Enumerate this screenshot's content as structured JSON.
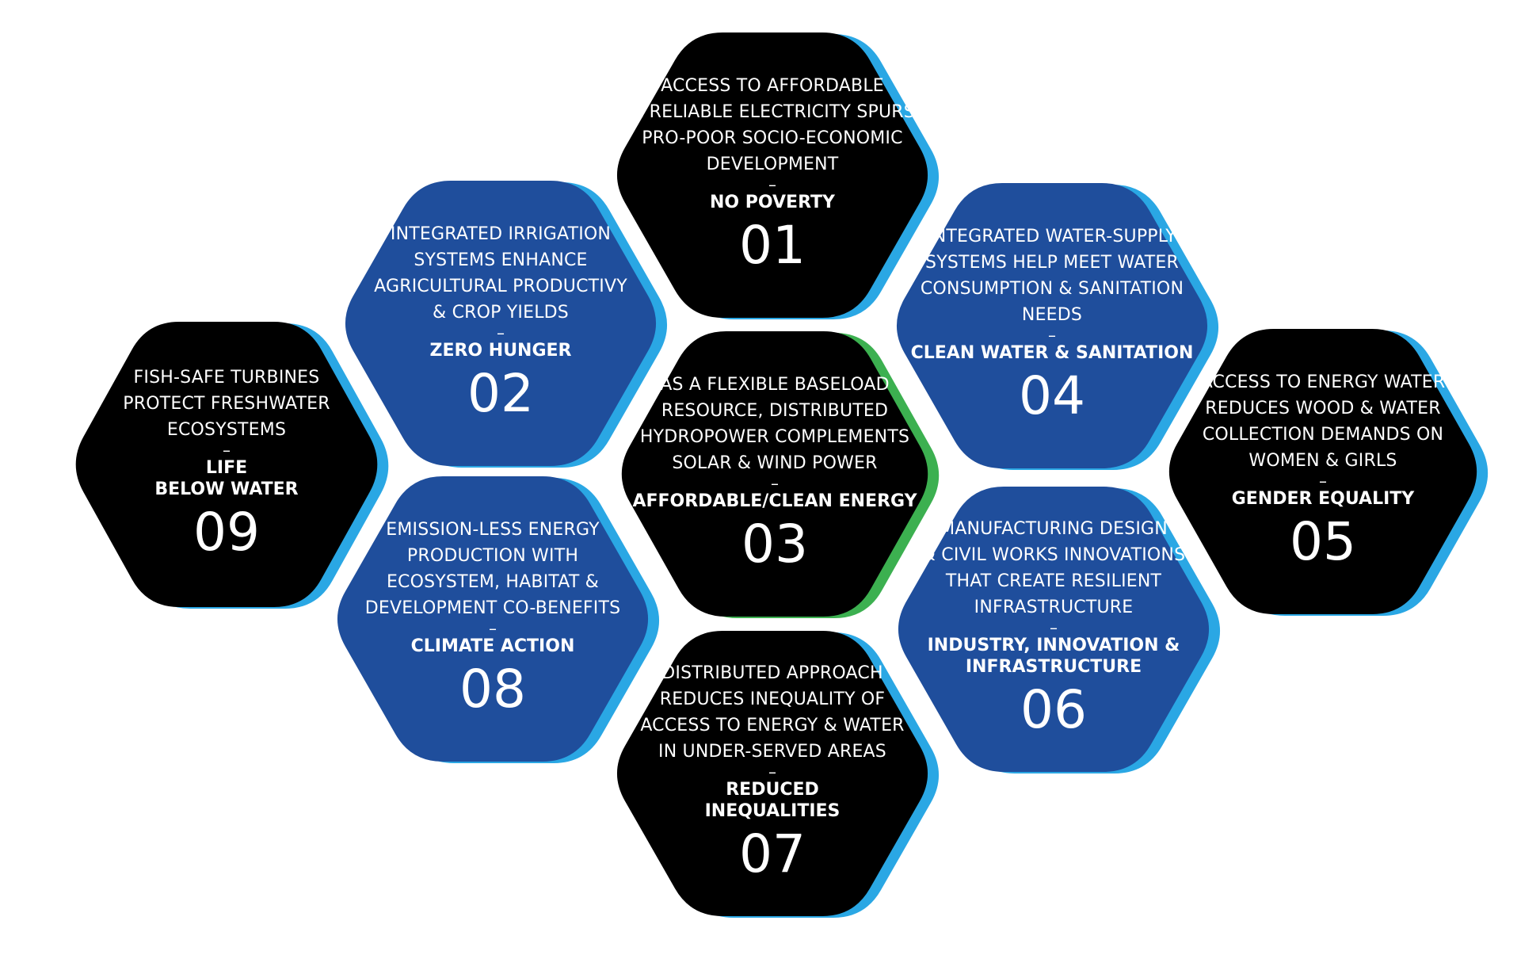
{
  "colors": {
    "black_hex": "#000000",
    "blue_hex": "#1f4e9c",
    "shadow_light_blue": "#2aa7e4",
    "shadow_green": "#3cb050",
    "text": "#ffffff"
  },
  "hexagons": [
    {
      "id": "01",
      "fill": "black",
      "shadow": "blue",
      "lines": [
        "ACCESS TO AFFORDABLE",
        "& RELIABLE ELECTRICITY SPURS",
        "PRO-POOR SOCIO-ECONOMIC",
        "DEVELOPMENT"
      ],
      "dash": "–",
      "goal": [
        "NO POVERTY"
      ],
      "number": "01"
    },
    {
      "id": "02",
      "fill": "blue",
      "shadow": "blue",
      "lines": [
        "INTEGRATED IRRIGATION",
        "SYSTEMS ENHANCE",
        "AGRICULTURAL PRODUCTIVY",
        "& CROP YIELDS"
      ],
      "dash": "–",
      "goal": [
        "ZERO HUNGER"
      ],
      "number": "02"
    },
    {
      "id": "03",
      "fill": "black",
      "shadow": "green",
      "lines": [
        "AS A FLEXIBLE BASELOAD",
        "RESOURCE, DISTRIBUTED",
        "HYDROPOWER COMPLEMENTS",
        "SOLAR & WIND POWER"
      ],
      "dash": "–",
      "goal": [
        "AFFORDABLE/CLEAN ENERGY"
      ],
      "number": "03"
    },
    {
      "id": "04",
      "fill": "blue",
      "shadow": "blue",
      "lines": [
        "INTEGRATED WATER-SUPPLY",
        "SYSTEMS HELP MEET WATER",
        "CONSUMPTION & SANITATION",
        "NEEDS"
      ],
      "dash": "–",
      "goal": [
        "CLEAN WATER & SANITATION"
      ],
      "number": "04"
    },
    {
      "id": "05",
      "fill": "black",
      "shadow": "blue",
      "lines": [
        "ACCESS TO ENERGY WATER",
        "REDUCES WOOD & WATER",
        "COLLECTION DEMANDS ON",
        "WOMEN & GIRLS"
      ],
      "dash": "–",
      "goal": [
        "GENDER EQUALITY"
      ],
      "number": "05"
    },
    {
      "id": "06",
      "fill": "blue",
      "shadow": "blue",
      "lines": [
        "MANUFACTURING DESIGN",
        "& CIVIL WORKS INNOVATIONS",
        "THAT CREATE RESILIENT",
        "INFRASTRUCTURE"
      ],
      "dash": "–",
      "goal": [
        "INDUSTRY, INNOVATION &",
        "INFRASTRUCTURE"
      ],
      "number": "06"
    },
    {
      "id": "07",
      "fill": "black",
      "shadow": "blue",
      "lines": [
        "DISTRIBUTED APPROACH",
        "REDUCES INEQUALITY OF",
        "ACCESS TO ENERGY & WATER",
        "IN UNDER-SERVED AREAS"
      ],
      "dash": "–",
      "goal": [
        "REDUCED",
        "INEQUALITIES"
      ],
      "number": "07"
    },
    {
      "id": "08",
      "fill": "blue",
      "shadow": "blue",
      "lines": [
        "EMISSION-LESS ENERGY",
        "PRODUCTION WITH",
        "ECOSYSTEM, HABITAT &",
        "DEVELOPMENT CO-BENEFITS"
      ],
      "dash": "–",
      "goal": [
        "CLIMATE ACTION"
      ],
      "number": "08"
    },
    {
      "id": "09",
      "fill": "black",
      "shadow": "blue",
      "lines": [
        "FISH-SAFE TURBINES",
        "PROTECT FRESHWATER",
        "ECOSYSTEMS"
      ],
      "dash": "–",
      "goal": [
        "LIFE",
        "BELOW WATER"
      ],
      "number": "09"
    }
  ]
}
